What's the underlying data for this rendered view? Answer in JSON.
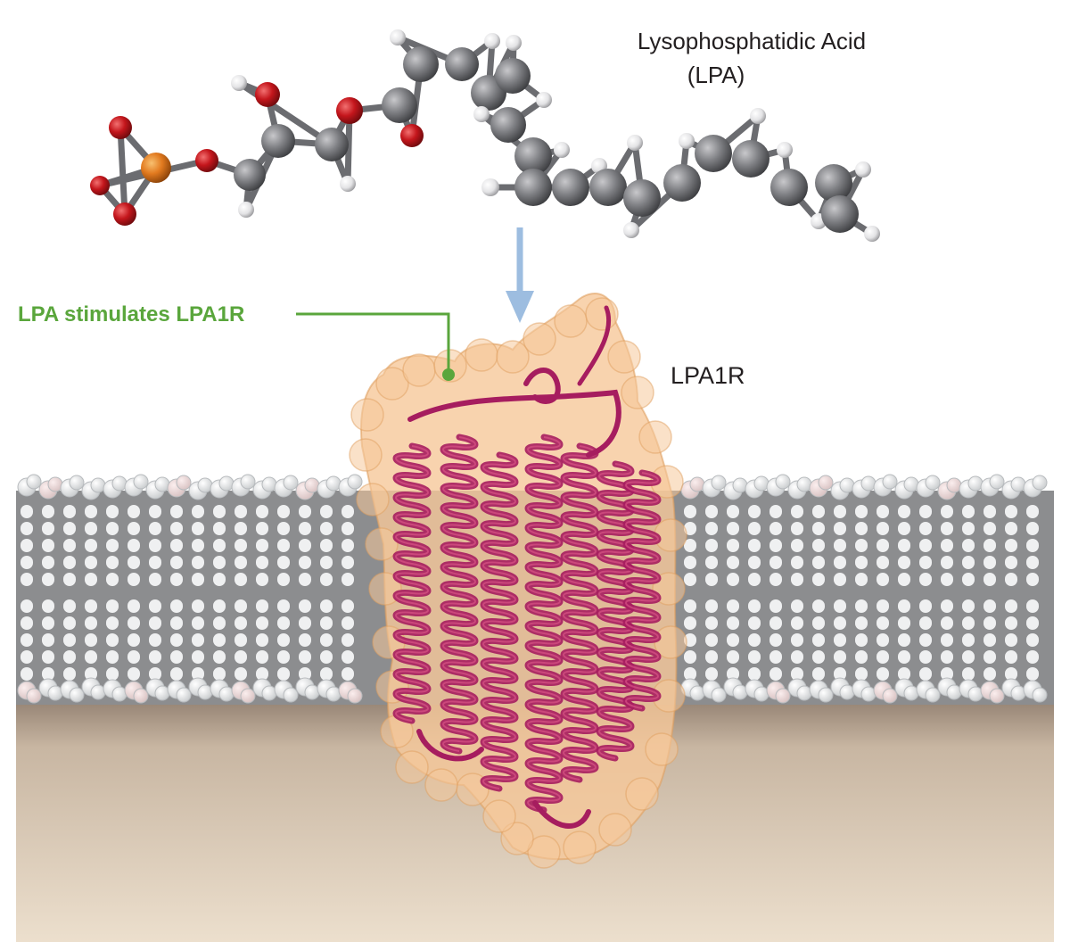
{
  "molecule": {
    "name": "Lysophosphatidic Acid",
    "abbreviation": "(LPA)"
  },
  "receptor": {
    "label": "LPA1R"
  },
  "callout": {
    "text": "LPA stimulates LPA1R"
  },
  "colors": {
    "carbon": "#7d7d80",
    "hydrogen": "#e9e9ea",
    "oxygen": "#c4161c",
    "phosphorus": "#e27a1f",
    "arrow": "#9dbde0",
    "callout": "#5aa63c",
    "membrane_head": "#e7e9ea",
    "membrane_tail": "#8c8d8f",
    "protein_surface": "#f6c89a",
    "helix": "#a61d5f"
  }
}
